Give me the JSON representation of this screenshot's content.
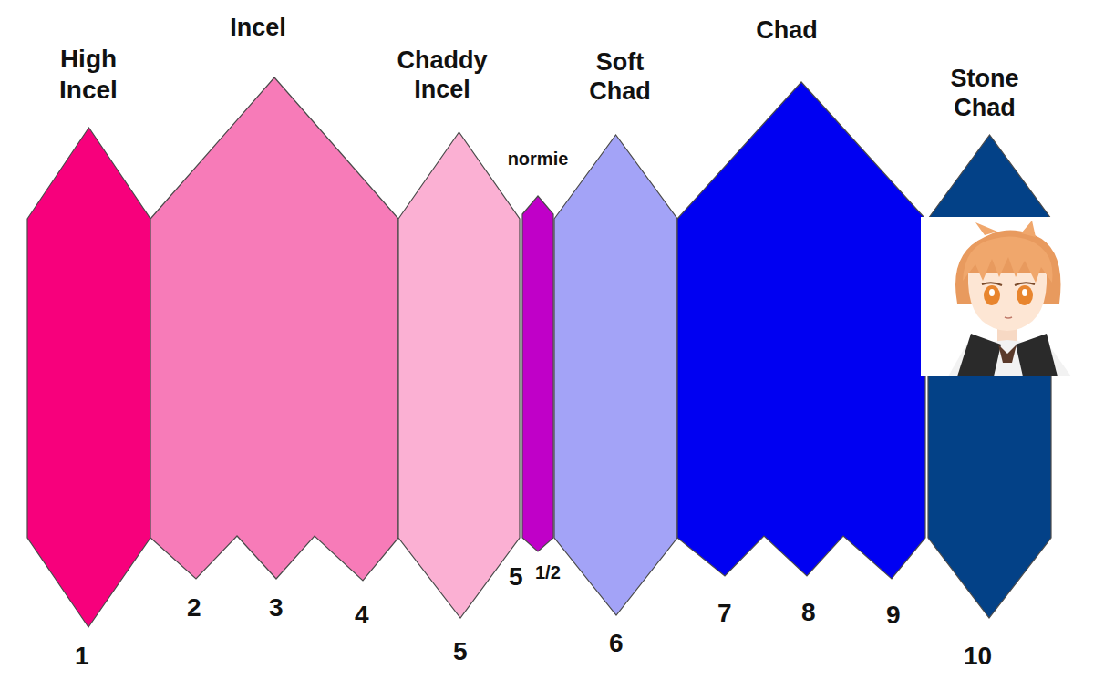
{
  "diagram": {
    "nodes": [
      {
        "text": [
          "High Incel"
        ]
      },
      {
        "text": [
          "Incel"
        ]
      },
      {
        "text": [
          "Chaddy Incel"
        ]
      },
      {
        "text": [
          "normie"
        ]
      },
      {
        "text": [
          "Soft Chad"
        ]
      },
      {
        "text": [
          "Chad"
        ]
      },
      {
        "text": [
          "Stone Chad"
        ]
      }
    ],
    "labels": [
      "1",
      "2",
      "3",
      "4",
      "5",
      "5",
      "1/2",
      "6",
      "7",
      "8",
      "9",
      "10"
    ]
  }
}
